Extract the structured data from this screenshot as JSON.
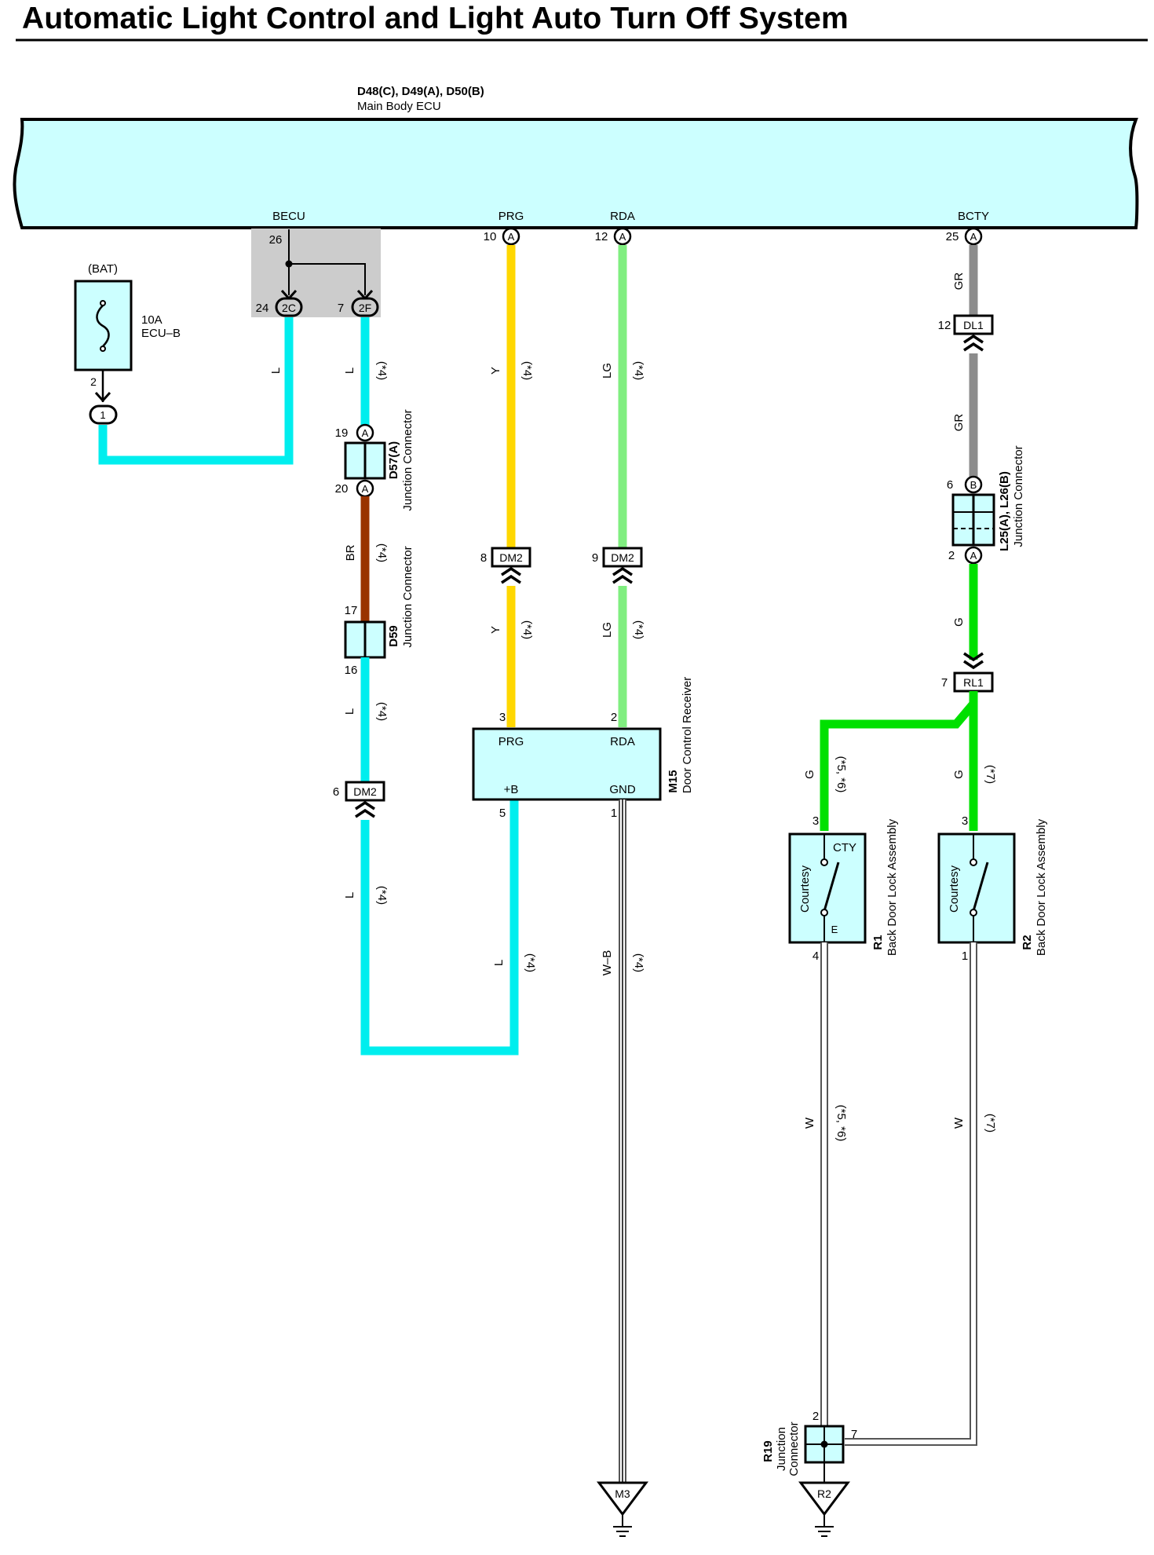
{
  "title": "Automatic Light Control and Light Auto Turn Off System",
  "colors": {
    "ecu_fill": "#ccffff",
    "component_fill": "#ccffff",
    "splice_fill": "#cccccc",
    "wire_L": "#00eeee",
    "wire_Y": "#ffd700",
    "wire_LG": "#80ee80",
    "wire_GR": "#8c8c8c",
    "wire_G": "#00e000",
    "wire_BR": "#993300",
    "wire_outline": "#555555"
  },
  "ecu": {
    "codes": "D48(C), D49(A), D50(B)",
    "name": "Main Body ECU",
    "terminals": [
      {
        "label": "BECU",
        "pin": "26",
        "connector": ""
      },
      {
        "label": "PRG",
        "pin": "10",
        "connector": "A"
      },
      {
        "label": "RDA",
        "pin": "12",
        "connector": "A"
      },
      {
        "label": "BCTY",
        "pin": "25",
        "connector": "A"
      }
    ]
  },
  "fuse": {
    "source": "(BAT)",
    "rating": "10A",
    "name": "ECU–B",
    "pin": "2",
    "junction": "1"
  },
  "splice": {
    "pin_left": "24",
    "conn_left": "2C",
    "pin_right": "7",
    "conn_right": "2F"
  },
  "wires": [
    {
      "id": "w-becu-left",
      "color": "L",
      "note": ""
    },
    {
      "id": "w-becu-right",
      "color": "L",
      "note": "(*4)"
    },
    {
      "id": "w-d57-d59",
      "color": "BR",
      "note": "(*4)"
    },
    {
      "id": "w-d59-dm2",
      "color": "L",
      "note": "(*4)"
    },
    {
      "id": "w-dm2-m15",
      "color": "L",
      "note": "(*4)"
    },
    {
      "id": "w-m15-b",
      "color": "L",
      "note": "(*4)"
    },
    {
      "id": "w-prg-top",
      "color": "Y",
      "note": "(*4)"
    },
    {
      "id": "w-prg-bottom",
      "color": "Y",
      "note": "(*4)"
    },
    {
      "id": "w-rda-top",
      "color": "LG",
      "note": "(*4)"
    },
    {
      "id": "w-rda-bottom",
      "color": "LG",
      "note": "(*4)"
    },
    {
      "id": "w-gnd",
      "color": "W–B",
      "note": "(*4)"
    },
    {
      "id": "w-bcty-top",
      "color": "GR",
      "note": ""
    },
    {
      "id": "w-bcty-mid",
      "color": "GR",
      "note": ""
    },
    {
      "id": "w-l25-rl1",
      "color": "G",
      "note": ""
    },
    {
      "id": "w-r1-in",
      "color": "G",
      "note": "(*5, *6)"
    },
    {
      "id": "w-r2-in",
      "color": "G",
      "note": "(*7)"
    },
    {
      "id": "w-r1-out",
      "color": "W",
      "note": "(*5, *6)"
    },
    {
      "id": "w-r2-out",
      "color": "W",
      "note": "(*7)"
    }
  ],
  "junctions": {
    "d57": {
      "code": "D57(A)",
      "name": "Junction Connector",
      "pin_top": "19",
      "pin_bottom": "20",
      "conn": "A"
    },
    "d59": {
      "code": "D59",
      "name": "Junction Connector",
      "pin_top": "17",
      "pin_bottom": "16"
    },
    "l25": {
      "code": "L25(A), L26(B)",
      "name": "Junction Connector",
      "pin_top": "6",
      "conn_top": "B",
      "pin_bottom": "2",
      "conn_bottom": "A"
    },
    "r19": {
      "code": "R19",
      "name1": "Junction",
      "name2": "Connector",
      "pin_top": "2",
      "pin_right": "7"
    }
  },
  "connectors": {
    "dm2_prg": {
      "pin": "8",
      "label": "DM2"
    },
    "dm2_rda": {
      "pin": "9",
      "label": "DM2"
    },
    "dm2_l": {
      "pin": "6",
      "label": "DM2"
    },
    "dl1": {
      "pin": "12",
      "label": "DL1"
    },
    "rl1": {
      "pin": "7",
      "label": "RL1"
    }
  },
  "receiver": {
    "code": "M15",
    "name": "Door Control Receiver",
    "t_prg": "PRG",
    "t_rda": "RDA",
    "t_b": "+B",
    "t_gnd": "GND",
    "pin_prg": "3",
    "pin_rda": "2",
    "pin_b": "5",
    "pin_gnd": "1"
  },
  "switches": {
    "r1": {
      "code": "R1",
      "name": "Back Door Lock Assembly",
      "inner": "Courtesy",
      "t_cty": "CTY",
      "t_e": "E",
      "pin_top": "3",
      "pin_bottom": "4"
    },
    "r2": {
      "code": "R2",
      "name": "Back Door Lock Assembly",
      "inner": "Courtesy",
      "pin_top": "3",
      "pin_bottom": "1"
    }
  },
  "grounds": {
    "m3": "M3",
    "r2": "R2"
  }
}
